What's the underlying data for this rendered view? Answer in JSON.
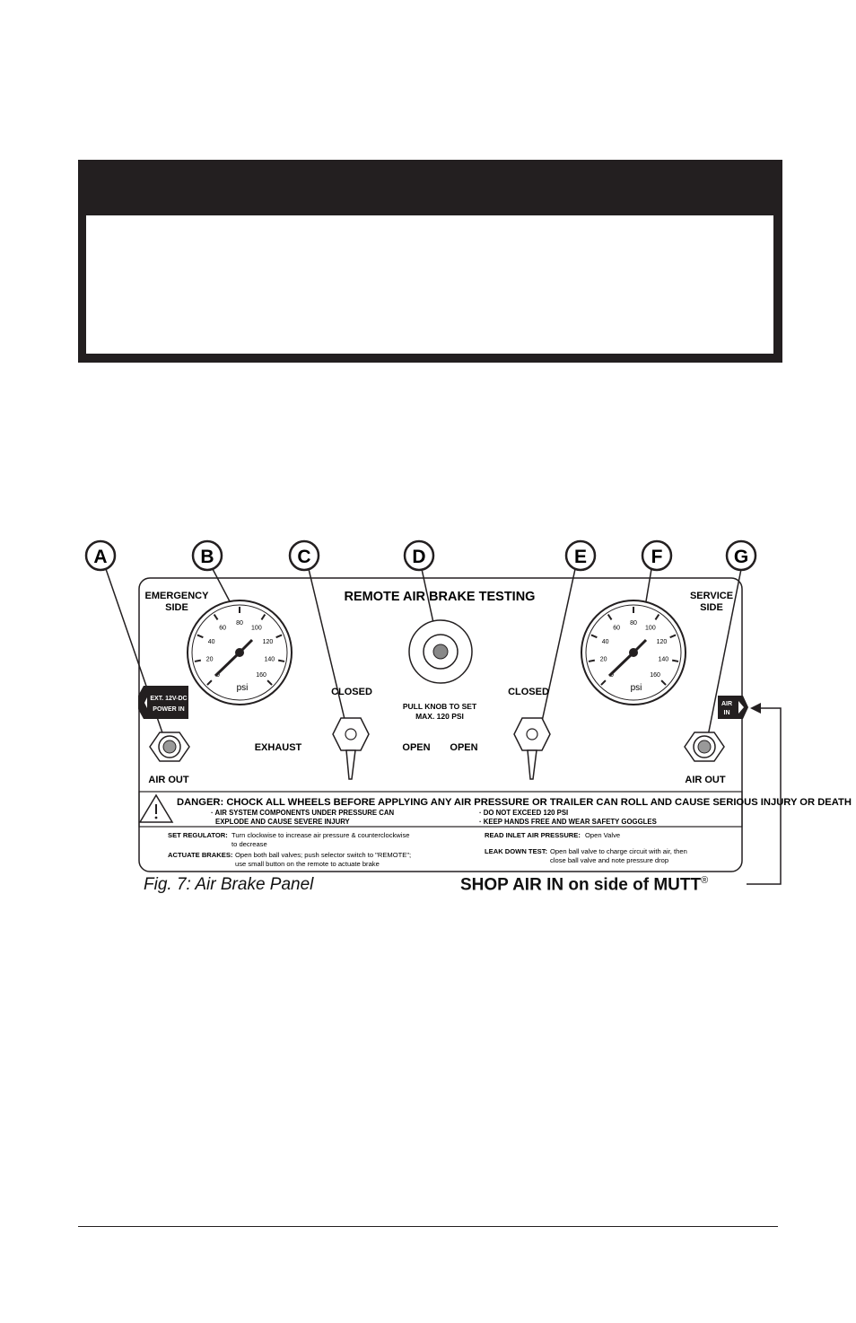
{
  "figure": {
    "caption": "Fig. 7: Air Brake Panel",
    "side_note": "SHOP AIR IN on side of MUTT",
    "side_note_mark": "®",
    "callouts": [
      "A",
      "B",
      "C",
      "D",
      "E",
      "F",
      "G"
    ],
    "panel": {
      "title": "REMOTE AIR BRAKE TESTING",
      "emergency_line1": "EMERGENCY",
      "emergency_line2": "SIDE",
      "service_line1": "SERVICE",
      "service_line2": "SIDE",
      "gauge_unit": "psi",
      "gauge_ticks": [
        "0",
        "20",
        "40",
        "60",
        "80",
        "100",
        "120",
        "140",
        "160"
      ],
      "power_label_line1": "EXT. 12V-DC",
      "power_label_line2": "POWER IN",
      "air_in_line1": "AIR",
      "air_in_line2": "IN",
      "air_out_left": "AIR OUT",
      "air_out_right": "AIR OUT",
      "exhaust": "EXHAUST",
      "closed_left": "CLOSED",
      "closed_right": "CLOSED",
      "open_left": "OPEN",
      "open_right": "OPEN",
      "regulator_line1": "PULL KNOB TO SET",
      "regulator_line2": "MAX. 120 PSI",
      "danger": "DANGER: CHOCK ALL WHEELS BEFORE APPLYING ANY AIR PRESSURE OR TRAILER CAN ROLL AND CAUSE SERIOUS INJURY OR DEATH",
      "bullet1_line1": "· AIR SYSTEM COMPONENTS UNDER PRESSURE CAN",
      "bullet1_line2": "EXPLODE AND CAUSE SEVERE INJURY",
      "bullet2": "· DO NOT EXCEED 120 PSI",
      "bullet3": "· KEEP HANDS FREE AND WEAR SAFETY GOGGLES",
      "set_regulator_label": "SET REGULATOR:",
      "set_regulator_line1": "Turn clockwise to increase air pressure & counterclockwise",
      "set_regulator_line2": "to decrease",
      "actuate_label": "ACTUATE BRAKES:",
      "actuate_line1": "Open both ball valves; push selector switch to \"REMOTE\";",
      "actuate_line2": "use small button on the remote to actuate brake",
      "read_inlet_label": "READ INLET AIR PRESSURE:",
      "read_inlet_value": "Open Valve",
      "leak_label": "LEAK DOWN TEST:",
      "leak_line1": "Open ball valve to charge circuit with air, then",
      "leak_line2": "close ball valve and note pressure drop"
    }
  }
}
